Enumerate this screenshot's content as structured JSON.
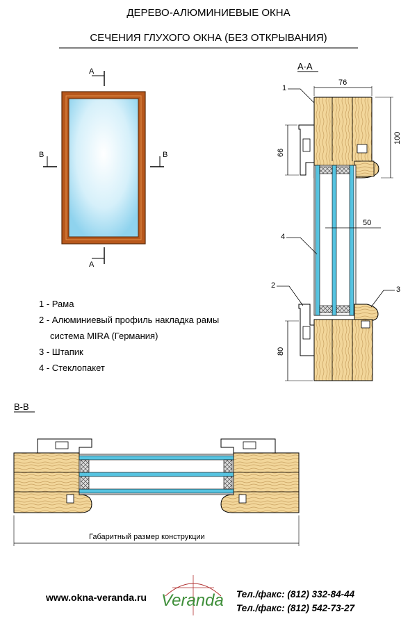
{
  "header": {
    "title": "ДЕРЕВО-АЛЮМИНИЕВЫЕ ОКНА",
    "subtitle": "СЕЧЕНИЯ ГЛУХОГО ОКНА (БЕЗ ОТКРЫВАНИЯ)"
  },
  "elevation": {
    "marks": {
      "a": "А",
      "b": "В"
    }
  },
  "section_aa": {
    "label": "А-А",
    "dims": {
      "width_top": "76",
      "height_top": "100",
      "rebate_left": "66",
      "glass": "50",
      "bottom": "80"
    },
    "callouts": [
      "1",
      "2",
      "3",
      "4"
    ]
  },
  "legend": {
    "items": [
      "1 - Рама",
      "2 - Алюминиевый профиль накладка рамы",
      "система MIRA (Германия)",
      "3 - Штапик",
      "4 - Стеклопакет"
    ]
  },
  "section_bb": {
    "label": "В-В",
    "dim_label": "Габаритный размер конструкции"
  },
  "footer": {
    "url": "www.okna-veranda.ru",
    "logo_text": "Veranda",
    "phones": [
      "Тел./факс: (812) 332-84-44",
      "Тел./факс: (812) 542-73-27"
    ]
  },
  "colors": {
    "frame_wood": "#b8581c",
    "glass_light": "#f4fbff",
    "glass_blue": "#8fd3ee",
    "wood_fill": "#f2d69a",
    "wood_grain": "#c8a060",
    "glass_pane": "#56c3e0",
    "logo_green": "#3f8f3a",
    "logo_red": "#b03030"
  }
}
